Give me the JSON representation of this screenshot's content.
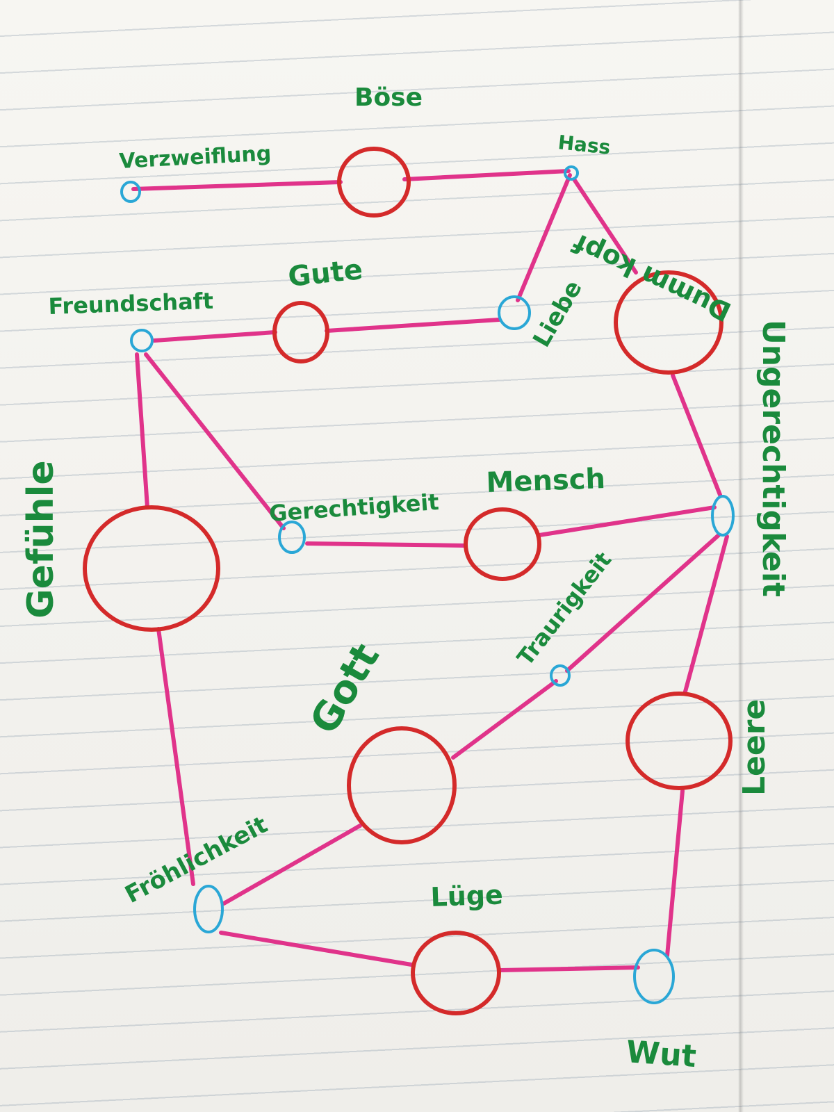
{
  "diagram": {
    "labels": [
      {
        "id": "boese",
        "text": "Böse"
      },
      {
        "id": "verzweiflung",
        "text": "Verzweiflung"
      },
      {
        "id": "hass",
        "text": "Hass"
      },
      {
        "id": "dumm",
        "text": "Dumm kopf"
      },
      {
        "id": "gute",
        "text": "Gute"
      },
      {
        "id": "freundschaft",
        "text": "Freundschaft"
      },
      {
        "id": "liebe",
        "text": "Liebe"
      },
      {
        "id": "ungerechtigkeit",
        "text": "Ungerechtigkeit"
      },
      {
        "id": "gefuehle",
        "text": "Gefühle"
      },
      {
        "id": "gerechtigkeit",
        "text": "Gerechtigkeit"
      },
      {
        "id": "mensch",
        "text": "Mensch"
      },
      {
        "id": "traurigkeit",
        "text": "Traurigkeit"
      },
      {
        "id": "gott",
        "text": "Gott"
      },
      {
        "id": "leere",
        "text": "Leere"
      },
      {
        "id": "froehlichkeit",
        "text": "Fröhlichkeit"
      },
      {
        "id": "luege",
        "text": "Lüge"
      },
      {
        "id": "wut",
        "text": "Wut"
      }
    ],
    "colors": {
      "edge": "#e0338a",
      "hub_circle": "#d42a2a",
      "node_circle": "#2aa7d6",
      "label": "#1a8a3c"
    }
  }
}
